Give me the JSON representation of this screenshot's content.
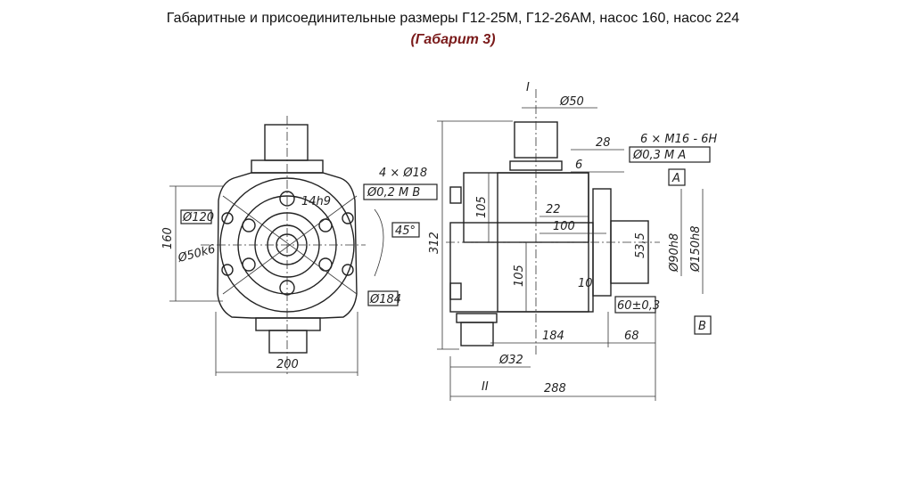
{
  "header": {
    "title": "Габаритные и присоединительные размеры Г12-25М, Г12-26АМ, насос 160, насос 224",
    "subtitle": "(Габарит 3)",
    "subtitle_color": "#7a1a1a"
  },
  "front_view": {
    "dims": {
      "holes": "4 × Ø18",
      "tolerance_frame": "Ø0,2 M B",
      "key": "14h9",
      "bolt_circle": "Ø120",
      "shaft": "Ø50k6",
      "angle": "45°",
      "flange": "Ø184",
      "height": "160",
      "width": "200"
    }
  },
  "side_view": {
    "dims": {
      "section_top": "I",
      "section_bottom": "II",
      "port_top": "Ø50",
      "port_bottom": "Ø32",
      "threads": "6 × M16 - 6H",
      "position_tol": "Ø0,3 M A",
      "datum_a": "A",
      "datum_b": "B",
      "d28": "28",
      "d6": "6",
      "d22": "22",
      "d100": "100",
      "d105_top": "105",
      "d105_bottom": "105",
      "d53": "53,5",
      "d90": "Ø90h8",
      "d150": "Ø150h8",
      "d10": "10",
      "d60": "60±0,3",
      "d184": "184",
      "d68": "68",
      "d288": "288",
      "d312": "312"
    }
  }
}
